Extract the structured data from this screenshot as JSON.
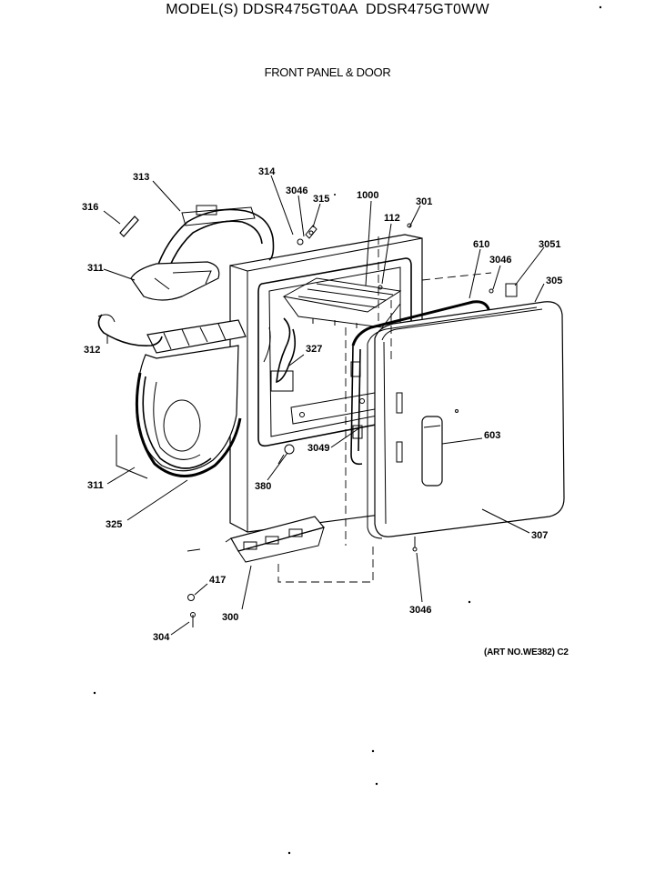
{
  "header": {
    "model_line": "MODEL(S) DDSR475GT0AA  DDSR475GT0WW",
    "section_title": "FRONT PANEL & DOOR"
  },
  "footer": {
    "art_number": "(ART NO.WE382) C2"
  },
  "callouts": {
    "c313": "313",
    "c314": "314",
    "c316": "316",
    "c311a": "311",
    "c312": "312",
    "c3046a": "3046",
    "c315": "315",
    "c1000": "1000",
    "c301": "301",
    "c112": "112",
    "c610": "610",
    "c3051": "3051",
    "c3046b": "3046",
    "c305": "305",
    "c327": "327",
    "c603": "603",
    "c3049": "3049",
    "c380": "380",
    "c311b": "311",
    "c325": "325",
    "c307": "307",
    "c417": "417",
    "c300": "300",
    "c304": "304",
    "c3046c": "3046"
  },
  "colors": {
    "line": "#000000",
    "background": "#ffffff"
  }
}
